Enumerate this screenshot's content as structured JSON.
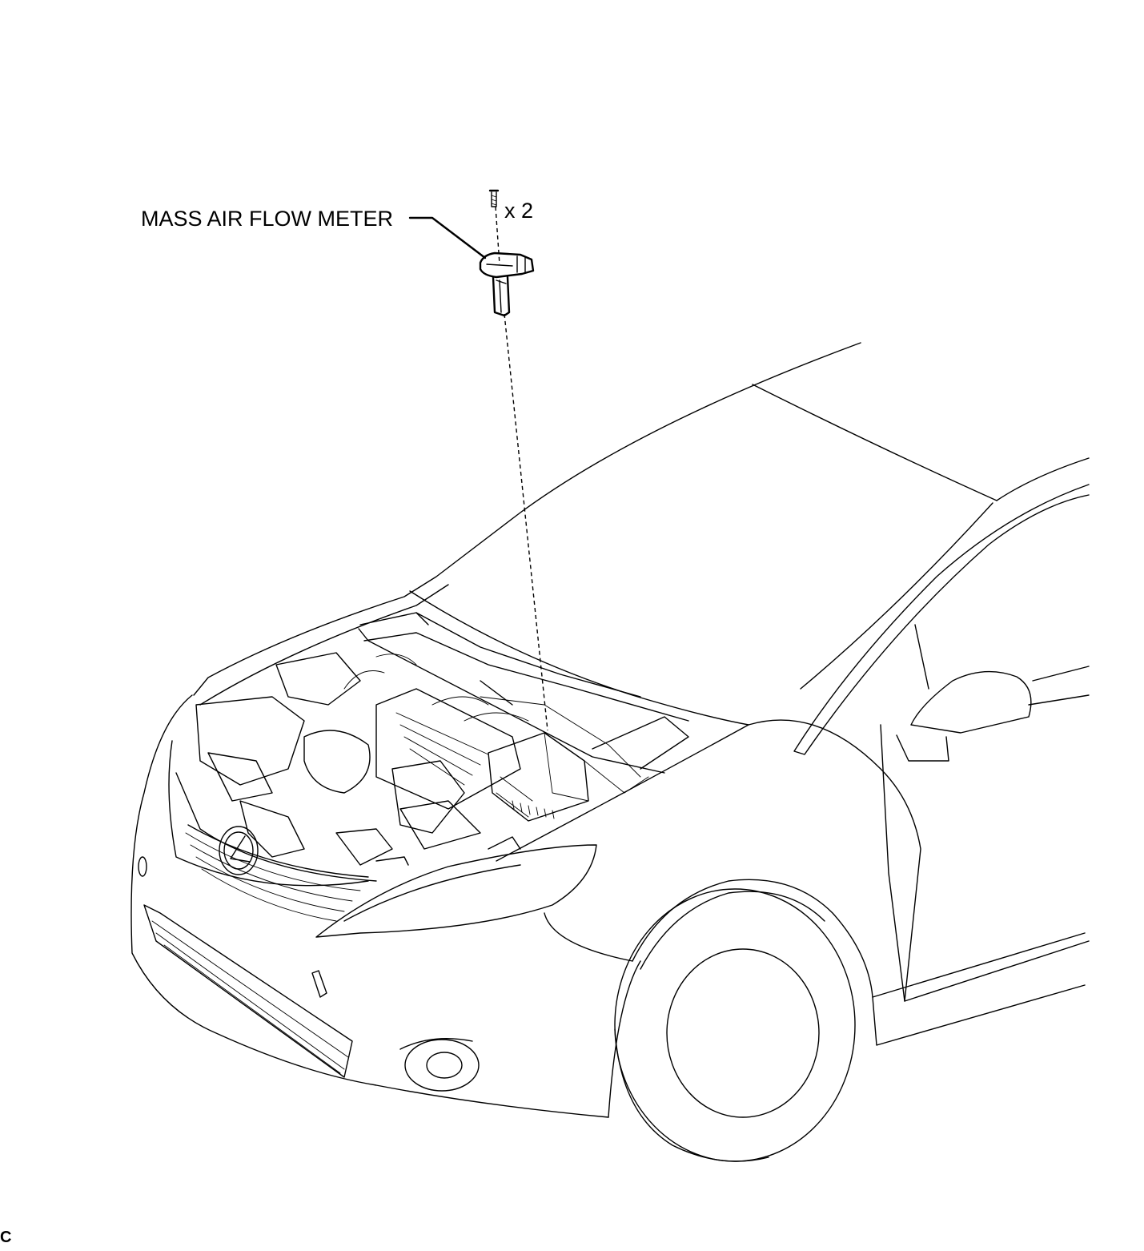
{
  "diagram": {
    "part_label": "MASS AIR FLOW METER",
    "quantity_label": "x 2",
    "corner_code": "C",
    "line_color": "#000000",
    "background_color": "#ffffff"
  },
  "icons": [
    "mass-air-flow-meter-icon",
    "bolt-icon",
    "vehicle-front-icon",
    "lexus-emblem-icon"
  ]
}
